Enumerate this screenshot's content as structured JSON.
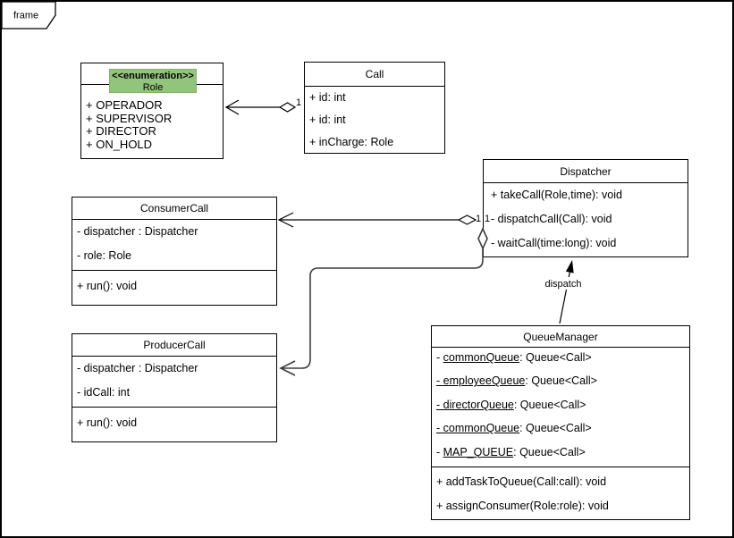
{
  "frame": {
    "label": "frame"
  },
  "colors": {
    "enum_header_bg": "#93c47d",
    "enum_header_border": "#82b366",
    "edge": "#000000",
    "producer_edge": "#3d3d3d"
  },
  "classes": {
    "role": {
      "stereotype": "<<enumeration>>",
      "name": "Role",
      "literals": [
        "+ OPERADOR",
        "+ SUPERVISOR",
        "+ DIRECTOR",
        "+ ON_HOLD"
      ]
    },
    "call": {
      "name": "Call",
      "attributes": [
        "+ id: int",
        "+ id: int",
        "+ inCharge: Role"
      ]
    },
    "dispatcher": {
      "name": "Dispatcher",
      "methods": [
        "+ takeCall(Role,time): void",
        "- dispatchCall(Call): void",
        "- waitCall(time:long): void"
      ]
    },
    "consumer_call": {
      "name": "ConsumerCall",
      "attributes": [
        "- dispatcher : Dispatcher",
        "- role: Role"
      ],
      "methods": [
        "+ run(): void"
      ]
    },
    "producer_call": {
      "name": "ProducerCall",
      "attributes": [
        "- dispatcher : Dispatcher",
        "- idCall: int"
      ],
      "methods": [
        "+ run(): void"
      ]
    },
    "queue_manager": {
      "name": "QueueManager",
      "attributes": [
        {
          "pre": "- ",
          "u": "commonQueue",
          "post": ": Queue<Call>"
        },
        {
          "pre": "",
          "u": "- employeeQueue",
          "post": ": Queue<Call>"
        },
        {
          "pre": "",
          "u": "- directorQueue",
          "post": ": Queue<Call>"
        },
        {
          "pre": "",
          "u": "- commonQueue",
          "post": ": Queue<Call>"
        },
        {
          "pre": "- ",
          "u": "MAP_QUEUE",
          "post": ": Queue<Call>"
        }
      ],
      "methods": [
        "+ addTaskToQueue(Call:call): void",
        "+ assignConsumer(Role:role): void"
      ]
    }
  },
  "connectors": {
    "call_role": {
      "multiplicity": "1",
      "type": "aggregation"
    },
    "consumer_dispatcher": {
      "multiplicity": "1",
      "type": "aggregation"
    },
    "producer_dispatcher": {
      "multiplicity": "1",
      "type": "aggregation"
    },
    "queue_dispatch": {
      "label": "dispatch",
      "type": "directed-association"
    }
  }
}
